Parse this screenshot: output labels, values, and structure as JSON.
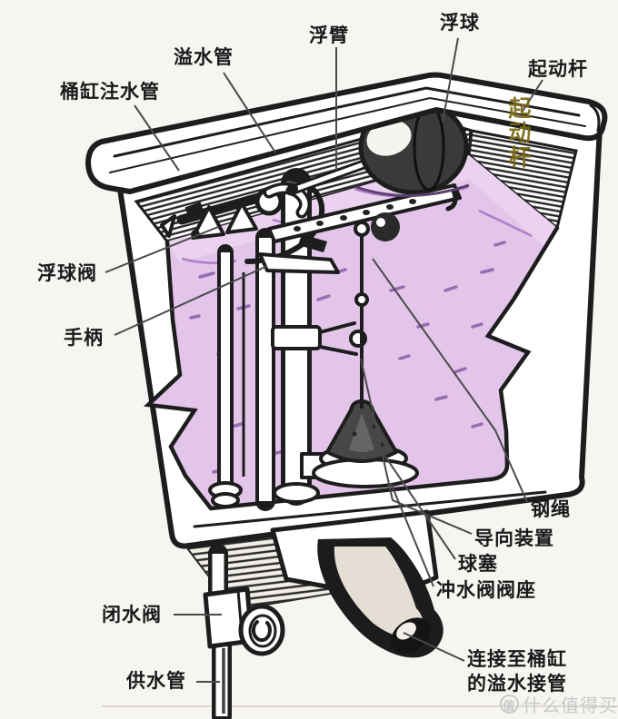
{
  "diagram": {
    "subject": "toilet-cistern-cutaway",
    "labels": {
      "overflow_pipe": "溢水管",
      "tank_fill_pipe": "桶缸注水管",
      "float_arm": "浮臂",
      "float_ball": "浮球",
      "trip_lever": "起动杆",
      "trip_lever_vertical": "起动杆",
      "float_valve": "浮球阀",
      "handle": "手柄",
      "steel_cable": "钢绳",
      "guide_device": "导向装置",
      "ball_stopper": "球塞",
      "flush_valve_seat": "冲水阀阀座",
      "shutoff_valve": "闭水阀",
      "supply_pipe": "供水管",
      "overflow_connection_line1": "连接至桶缸",
      "overflow_connection_line2": "的溢水接管"
    },
    "watermark": {
      "badge": "值",
      "text": "什么值得买"
    }
  },
  "colors": {
    "water": "#e3c5ea",
    "water_speckle": "#7d4da0",
    "ink": "#1d1d1d",
    "background": "#f7f5f1",
    "float_ball": "#3a3a3a",
    "flapper": "#474747",
    "spout_inner": "#e4ded4",
    "vertical_label": "#7a6a15",
    "watermark": "#c9c9c9",
    "leader": "#4a4a4a"
  }
}
